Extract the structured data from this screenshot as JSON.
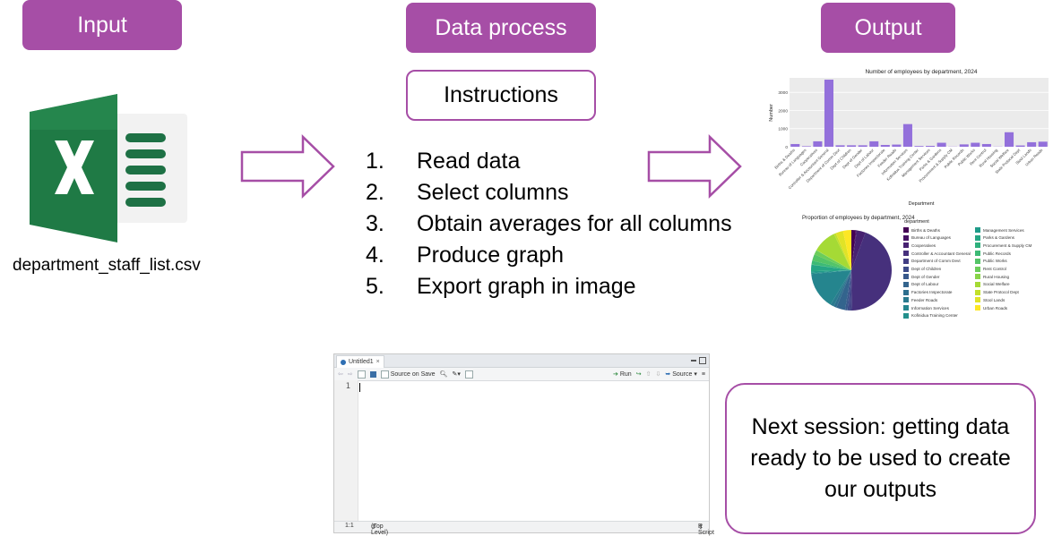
{
  "headers": {
    "input": "Input",
    "process": "Data process",
    "output": "Output"
  },
  "file": {
    "name": "department_staff_list.csv",
    "icon": "excel-icon"
  },
  "instructions": {
    "title": "Instructions",
    "steps": [
      {
        "num": "1.",
        "text": "Read data"
      },
      {
        "num": "2.",
        "text": "Select columns"
      },
      {
        "num": "3.",
        "text": "Obtain averages for all columns"
      },
      {
        "num": "4.",
        "text": "Produce graph"
      },
      {
        "num": "5.",
        "text": "Export graph in image"
      }
    ]
  },
  "next_session": "Next session: getting data ready to be used to create our outputs",
  "editor": {
    "tab": "Untitled1",
    "source_on_save": "Source on Save",
    "run": "Run",
    "source": "Source",
    "line_number": "1",
    "status_pos": "1:1",
    "status_scope": "(Top Level) ",
    "status_type": "R Script "
  },
  "colors": {
    "accent": "#a64ea6",
    "excel_green": "#1e7145",
    "bar": "#9370db"
  },
  "chart_data": [
    {
      "type": "bar",
      "title": "Number of employees by department, 2024",
      "xlabel": "Department",
      "ylabel": "Number",
      "ylim": [
        0,
        3800
      ],
      "yticks": [
        0,
        1000,
        2000,
        3000
      ],
      "categories": [
        "Births & Deaths",
        "Bureau of Languages",
        "Cooperatives",
        "Controller & Accountant General",
        "Department of Comm Devt",
        "Dept of Children",
        "Dept of Gender",
        "Dept of Labour",
        "Factories Inspectorate",
        "Feeder Roads",
        "Information Services",
        "Kofinidua Training Center",
        "Management Services",
        "Parks & Gardens",
        "Procurement & Supply CM",
        "Public Records",
        "Public Works",
        "Rent Control",
        "Rural Housing",
        "Social Welfare",
        "State Protocol Dept",
        "Stool Lands",
        "Urban Roads"
      ],
      "values": [
        150,
        30,
        300,
        3700,
        80,
        80,
        80,
        300,
        100,
        120,
        1250,
        40,
        50,
        220,
        10,
        130,
        220,
        150,
        10,
        800,
        70,
        250,
        280
      ],
      "grid": true
    },
    {
      "type": "pie",
      "title": "Proportion of employees by department, 2024",
      "legend_title": "department",
      "legend_position": "right",
      "categories": [
        "Births & Deaths",
        "Bureau of Languages",
        "Cooperatives",
        "Controller & Accountant General",
        "Department of Comm Devt",
        "Dept of Children",
        "Dept of Gender",
        "Dept of Labour",
        "Factories Inspectorate",
        "Feeder Roads",
        "Information Services",
        "Kofinidua Training Center",
        "Management Services",
        "Parks & Gardens",
        "Procurement & Supply CM",
        "Public Records",
        "Public Works",
        "Rent Control",
        "Rural Housing",
        "Social Welfare",
        "State Protocol Dept",
        "Stool Lands",
        "Urban Roads"
      ],
      "values": [
        150,
        30,
        300,
        3700,
        80,
        80,
        80,
        300,
        100,
        120,
        1250,
        40,
        50,
        220,
        10,
        130,
        220,
        150,
        10,
        800,
        70,
        250,
        280
      ]
    }
  ]
}
